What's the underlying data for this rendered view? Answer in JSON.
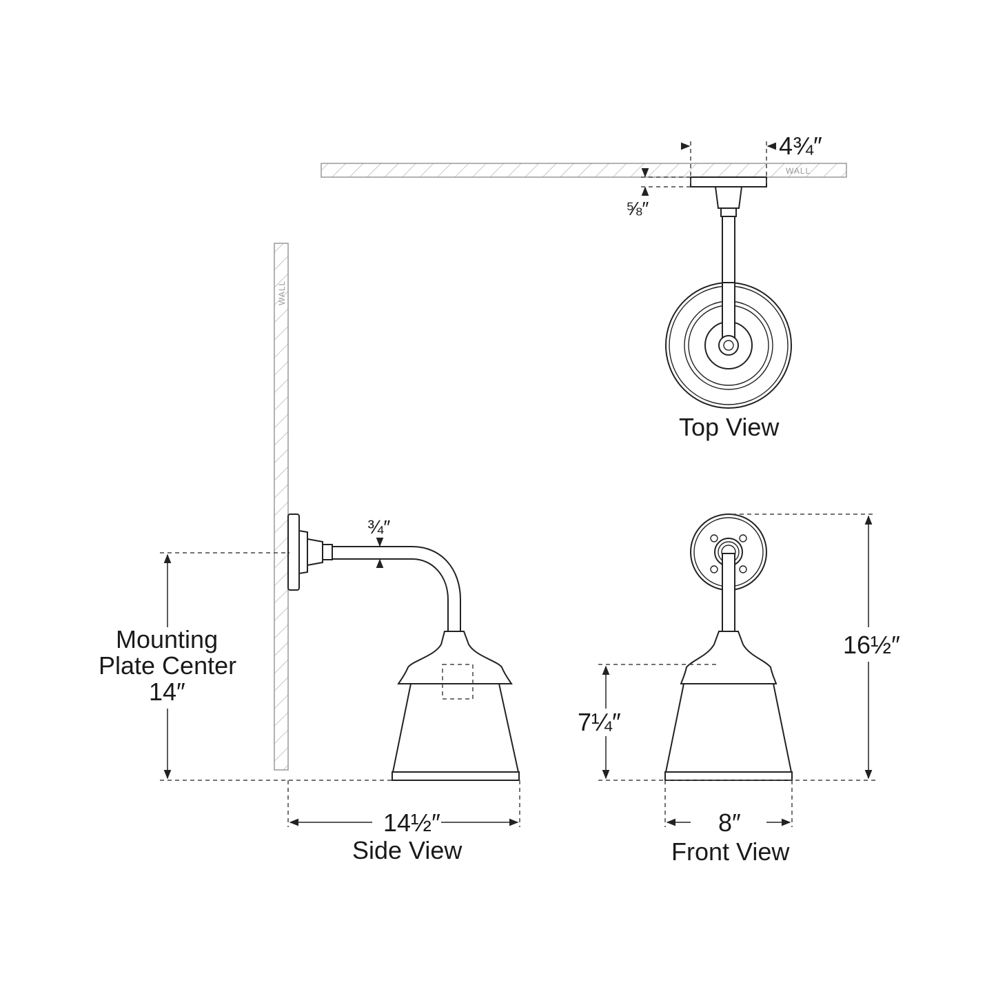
{
  "views": {
    "top": "Top View",
    "side": "Side View",
    "front": "Front View"
  },
  "wall_label": "WALL",
  "dimensions": {
    "plate_width": "4¾″",
    "plate_depth": "⅝″",
    "arm_diameter": "¾″",
    "mounting_line1": "Mounting",
    "mounting_line2": "Plate Center",
    "mounting_value": "14″",
    "extension": "14½″",
    "shade_height": "7¼″",
    "overall_height": "16½″",
    "shade_width": "8″"
  }
}
